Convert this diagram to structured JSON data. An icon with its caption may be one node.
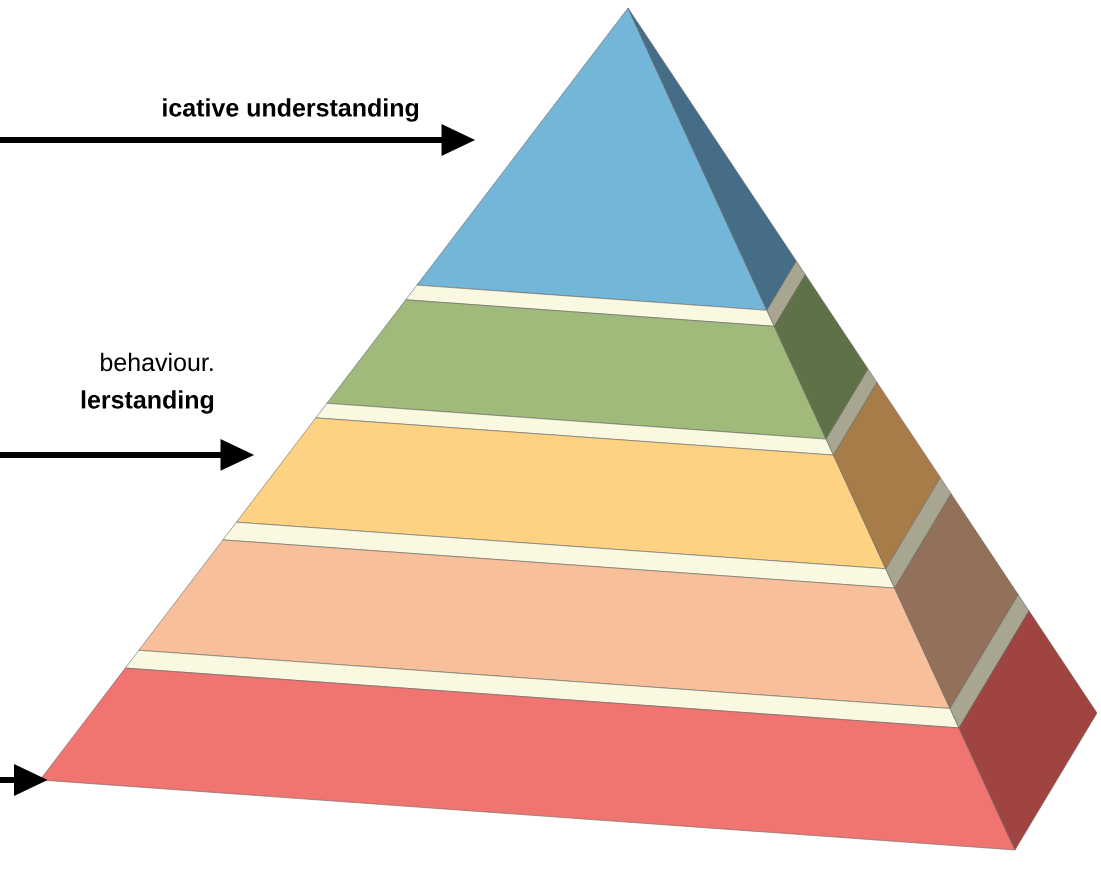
{
  "diagram": {
    "nodes": [
      {
        "text": [],
        "shape": "triangle"
      },
      {
        "text": [],
        "shape": "band"
      },
      {
        "text": [],
        "shape": "band"
      },
      {
        "text": [],
        "shape": "band"
      },
      {
        "text": [],
        "shape": "band"
      },
      {
        "text": [],
        "shape": "band"
      },
      {
        "text": [],
        "shape": "band"
      },
      {
        "text": [],
        "shape": "band"
      },
      {
        "text": [],
        "shape": "band"
      }
    ],
    "edges": [
      {
        "from": null,
        "to": 0,
        "arrow": "to"
      },
      {
        "from": null,
        "to": 4,
        "arrow": "to"
      },
      {
        "from": null,
        "to": 8,
        "arrow": "to"
      }
    ],
    "labels": [
      "icative understanding",
      "behaviour.",
      "lerstanding"
    ]
  }
}
